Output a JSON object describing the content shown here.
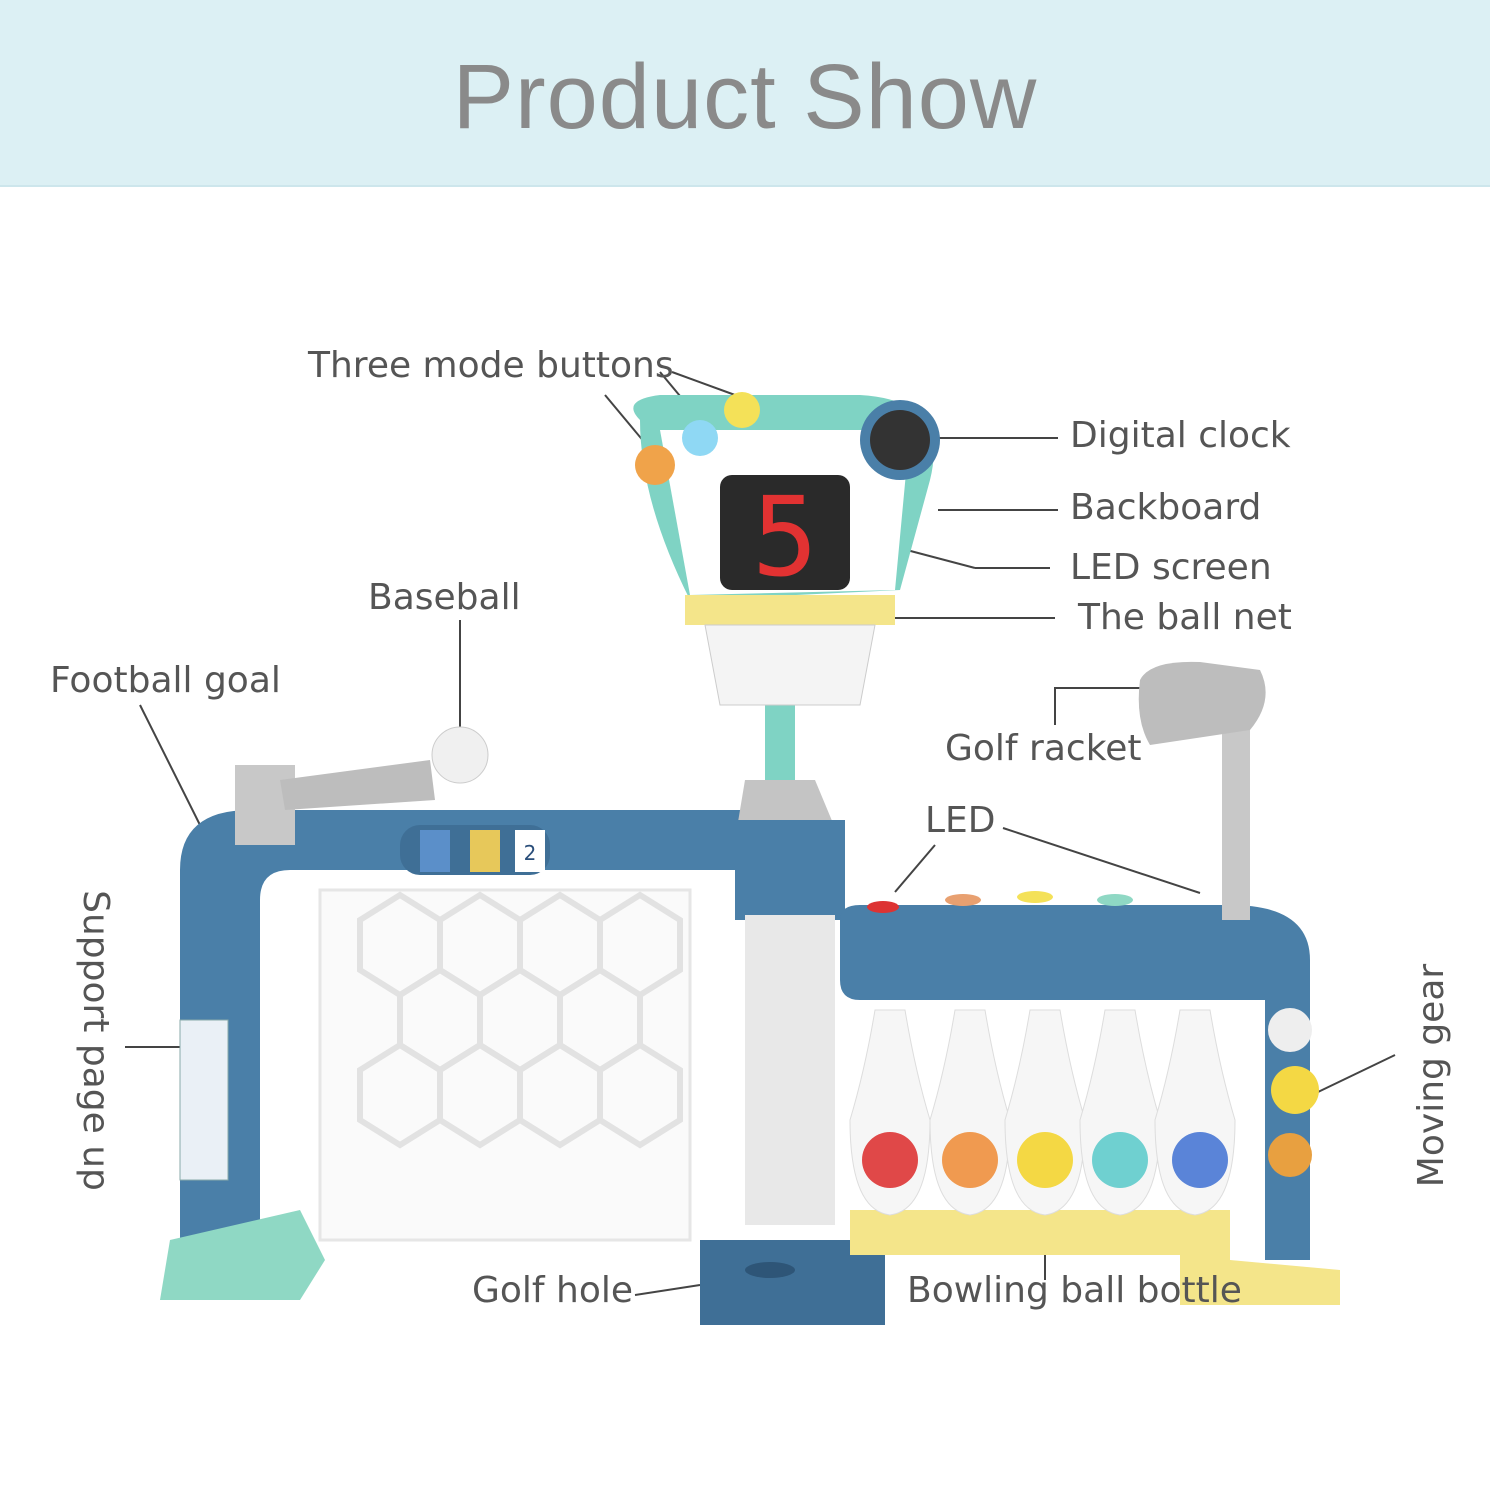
{
  "header": {
    "title": "Product Show"
  },
  "labels": {
    "three_mode_buttons": "Three mode buttons",
    "digital_clock": "Digital clock",
    "backboard": "Backboard",
    "led_screen": "LED screen",
    "ball_net": "The ball net",
    "baseball": "Baseball",
    "football_goal": "Football goal",
    "golf_racket": "Golf racket",
    "led": "LED",
    "support_page_up": "Support page up",
    "moving_gear": "Moving gear",
    "golf_hole": "Golf hole",
    "bowling_ball_bottle": "Bowling ball bottle"
  },
  "led_digit": "5",
  "score_tile": "2",
  "colors": {
    "header_bg": "#dcf0f4",
    "frame_blue": "#4a7fa8",
    "teal": "#7fd3c4",
    "yellow": "#f4e58a"
  }
}
